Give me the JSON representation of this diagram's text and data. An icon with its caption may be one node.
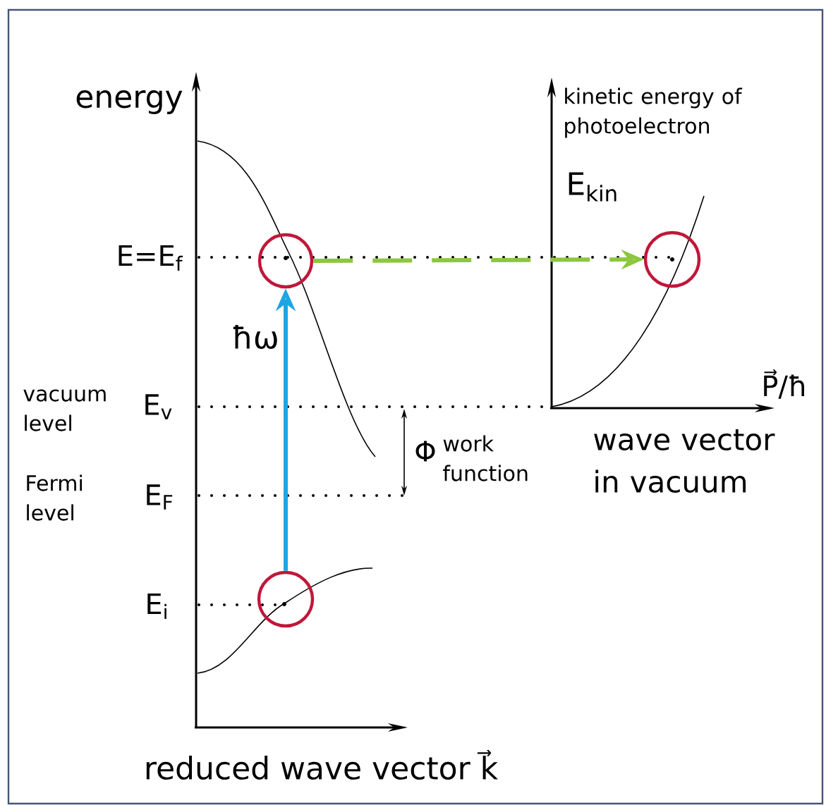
{
  "diagram": {
    "nodes": [
      {
        "text": [],
        "shape": "circle"
      },
      {
        "text": [],
        "shape": "circle"
      },
      {
        "text": [],
        "shape": "circle"
      }
    ],
    "edges": [
      {
        "from": 1,
        "to": 0,
        "arrow": "to",
        "color": "#1ea5e3"
      },
      {
        "from": 0,
        "to": 2,
        "arrow": "to",
        "style": "dashed",
        "color": "#8dc63f"
      }
    ],
    "labels": [
      "energy",
      "kinetic energy of photoelectron",
      "E$_{kin}$",
      "E=E$_{f}$",
      "ħω",
      "vacuum level",
      "E$_{v}$",
      "Φ",
      "work function",
      "P⃗/ħ",
      "wave vector in vacuum",
      "Fermi level",
      "E$_{F}$",
      "E$_{i}$",
      "reduced wave vector k⃗"
    ]
  }
}
